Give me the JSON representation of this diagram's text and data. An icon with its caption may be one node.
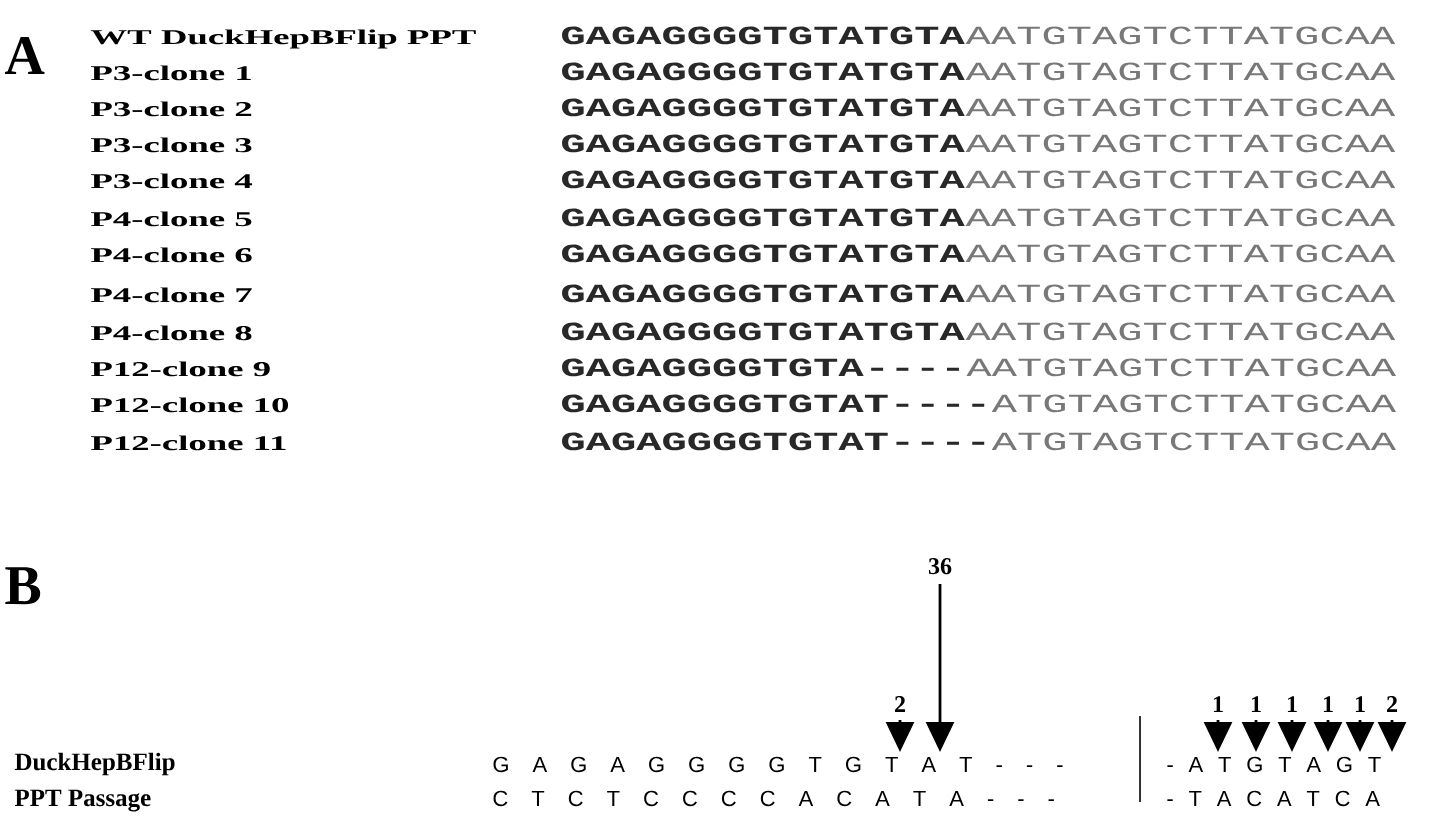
{
  "diagram": {
    "labels": [
      "A",
      "WT DuckHepBFlip PPT",
      "GAGAGGGGTGTATGTA",
      "AATGTAGTCTTATGCAA",
      "P3-clone 1",
      "GAGAGGGGTGTATGTA",
      "AATGTAGTCTTATGCAA",
      "P3-clone 2",
      "GAGAGGGGTGTATGTA",
      "AATGTAGTCTTATGCAA",
      "P3-clone 3",
      "GAGAGGGGTGTATGTA",
      "AATGTAGTCTTATGCAA",
      "P3-clone 4",
      "GAGAGGGGTGTATGTA",
      "AATGTAGTCTTATGCAA",
      "P4-clone 5",
      "GAGAGGGGTGTATGTA",
      "AATGTAGTCTTATGCAA",
      "P4-clone 6",
      "GAGAGGGGTGTATGTA",
      "AATGTAGTCTTATGCAA",
      "P4-clone 7",
      "GAGAGGGGTGTATGTA",
      "AATGTAGTCTTATGCAA",
      "P4-clone 8",
      "GAGAGGGGTGTATGTA",
      "AATGTAGTCTTATGCAA",
      "P12-clone 9",
      "GAGAGGGGTGTA",
      "----",
      "AATGTAGTCTTATGCAA",
      "P12-clone 10",
      "GAGAGGGGTGTAT",
      "----",
      "ATGTAGTCTTATGCAA",
      "P12-clone 11",
      "GAGAGGGGTGTAT",
      "----",
      "ATGTAGTCTTATGCAA",
      "B",
      "36",
      "2",
      "1",
      "1",
      "1",
      "1",
      "1",
      "2",
      "DuckHepBFlip",
      "G A G A G G G G T G T A T - - -",
      "- A T G T A G T",
      "PPT Passage",
      "C T C T C C C C A C A T A - - -",
      "- T A C A T C A"
    ]
  }
}
